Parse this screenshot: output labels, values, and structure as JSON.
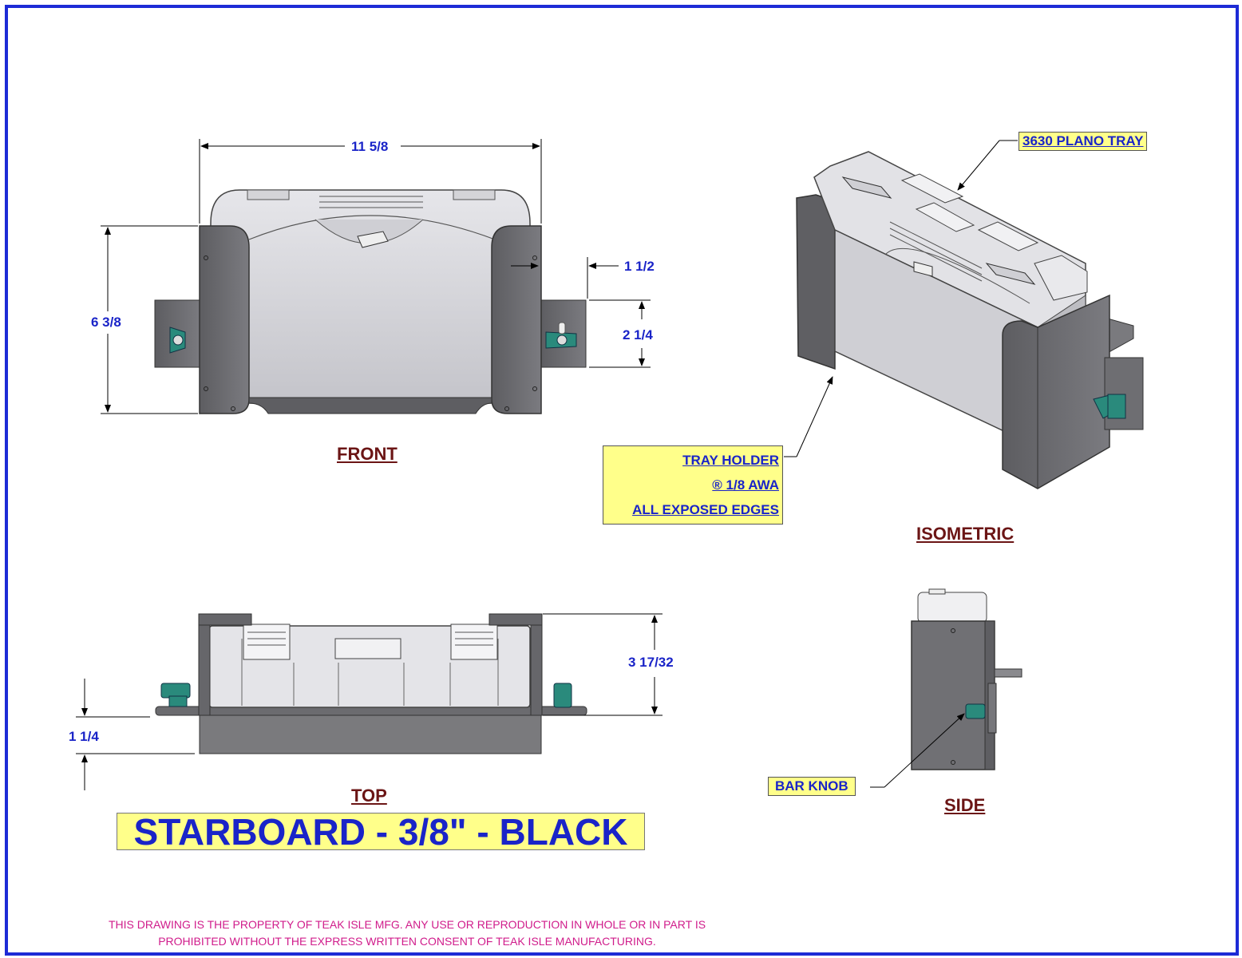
{
  "views": {
    "front": "FRONT",
    "isometric": "ISOMETRIC",
    "top": "TOP",
    "side": "SIDE"
  },
  "dimensions": {
    "width": "11 5/8",
    "height": "6 3/8",
    "flange": "1 1/2",
    "slot": "2 1/4",
    "depth": "3 17/32",
    "base": "1 1/4"
  },
  "callouts": {
    "tray": "3630 PLANO TRAY",
    "holder_lines": [
      "TRAY HOLDER",
      "® 1/8 AWA",
      "ALL EXPOSED EDGES"
    ],
    "knob": "BAR KNOB"
  },
  "title": "STARBOARD - 3/8\" - BLACK",
  "notice": "THIS DRAWING IS THE PROPERTY OF TEAK ISLE MFG.  ANY USE OR REPRODUCTION IN WHOLE OR IN PART IS PROHIBITED WITHOUT THE EXPRESS WRITTEN CONSENT OF TEAK ISLE MANUFACTURING.",
  "colors": {
    "border": "#1d2bd6",
    "dimension_text": "#1a24c8",
    "view_label": "#6b1515",
    "callout_fill": "#ffff8a",
    "notice": "#d01c8b",
    "holder": "#6c6c70",
    "tray": "#d9d9dd",
    "knob": "#2a8a7c"
  }
}
